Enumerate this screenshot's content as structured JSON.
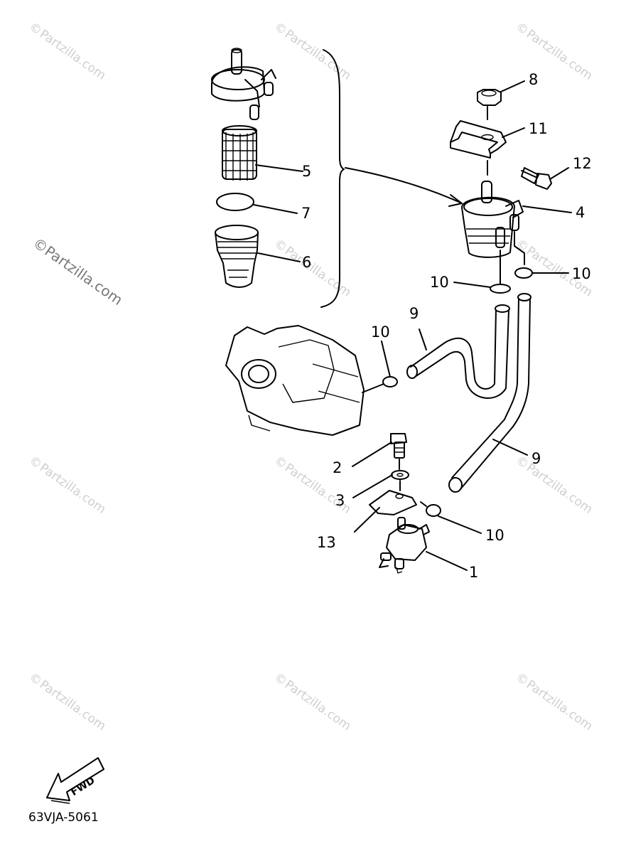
{
  "diagram_code": "63VJA-5061",
  "fwd_label": "FWD",
  "watermark": {
    "text": "Partzilla.com",
    "copyright_symbol": "©"
  },
  "callouts": [
    {
      "id": "c1",
      "label": "1"
    },
    {
      "id": "c2",
      "label": "2"
    },
    {
      "id": "c3",
      "label": "3"
    },
    {
      "id": "c4",
      "label": "4"
    },
    {
      "id": "c5",
      "label": "5"
    },
    {
      "id": "c6",
      "label": "6"
    },
    {
      "id": "c7",
      "label": "7"
    },
    {
      "id": "c8",
      "label": "8"
    },
    {
      "id": "c9a",
      "label": "9"
    },
    {
      "id": "c9b",
      "label": "9"
    },
    {
      "id": "c10a",
      "label": "10"
    },
    {
      "id": "c10b",
      "label": "10"
    },
    {
      "id": "c10c",
      "label": "10"
    },
    {
      "id": "c10d",
      "label": "10"
    },
    {
      "id": "c11",
      "label": "11"
    },
    {
      "id": "c12",
      "label": "12"
    },
    {
      "id": "c13",
      "label": "13"
    }
  ]
}
